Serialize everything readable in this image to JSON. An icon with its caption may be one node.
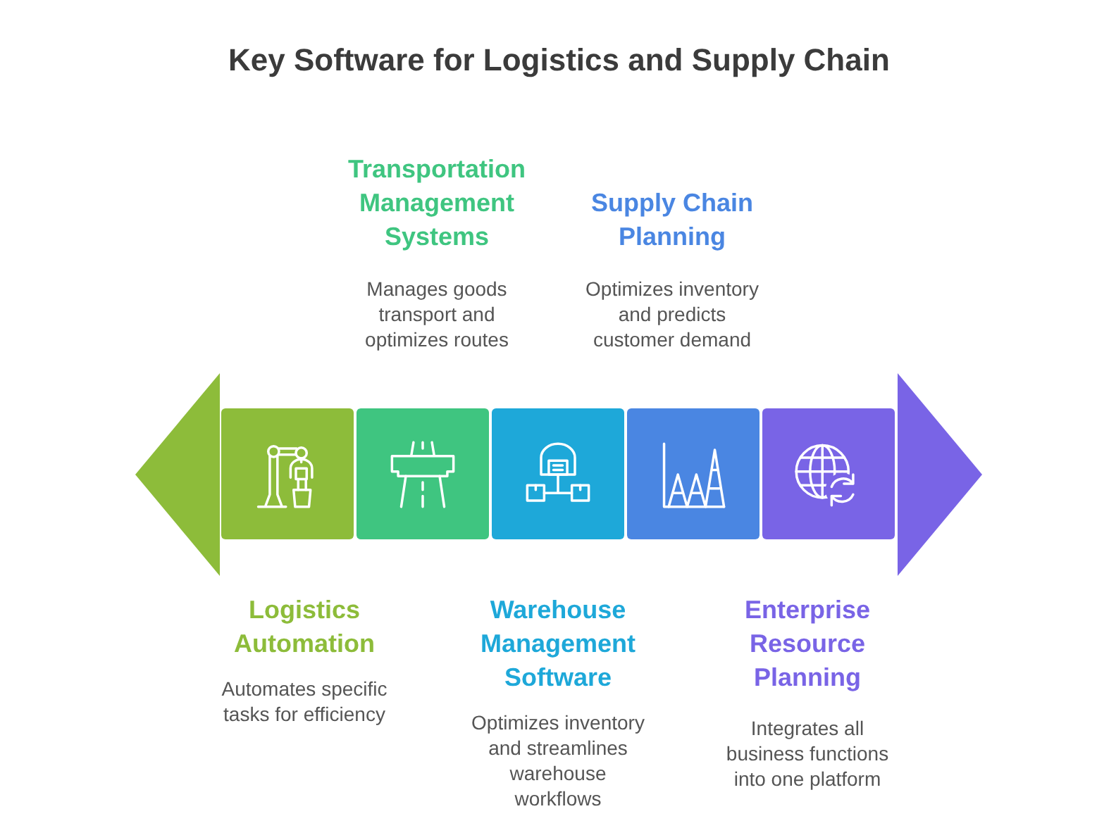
{
  "diagram": {
    "title": "Key Software for Logistics and Supply Chain",
    "nodes": [
      {
        "text": [],
        "shape": "box"
      },
      {
        "text": [],
        "shape": "box"
      },
      {
        "text": [],
        "shape": "box"
      },
      {
        "text": [],
        "shape": "box"
      },
      {
        "text": [],
        "shape": "box"
      }
    ],
    "labels": [
      "Transportation Management Systems",
      "Manages goods transport and optimizes routes",
      "Supply Chain Planning",
      "Optimizes inventory and predicts customer demand",
      "Logistics Automation",
      "Automates specific tasks for efficiency",
      "Warehouse Management Software",
      "Optimizes inventory and streamlines warehouse workflows",
      "Enterprise Resource Planning",
      "Integrates all business functions into one platform"
    ]
  }
}
